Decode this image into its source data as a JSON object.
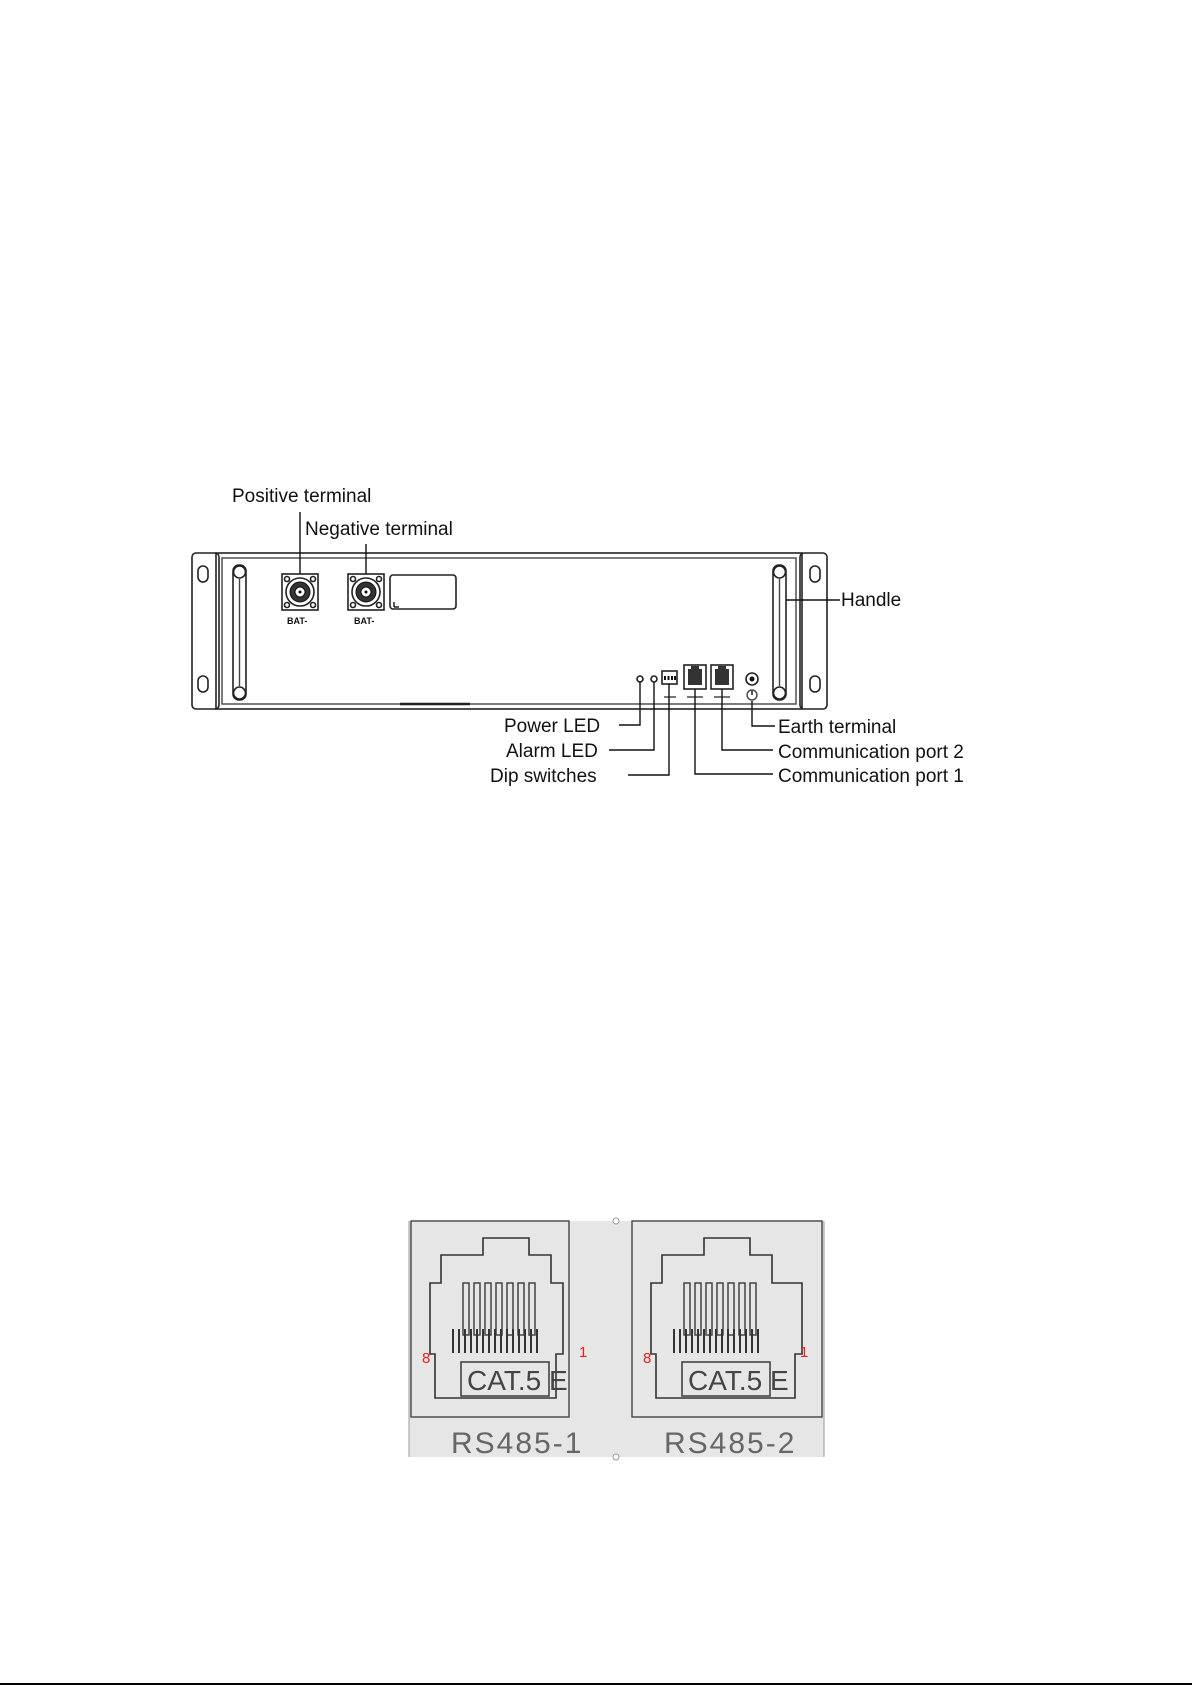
{
  "battery_diagram": {
    "labels": {
      "positive_terminal": "Positive terminal",
      "negative_terminal": "Negative terminal",
      "handle": "Handle",
      "power_led": "Power LED",
      "alarm_led": "Alarm LED",
      "dip_switches": "Dip switches",
      "earth_terminal": "Earth terminal",
      "communication_port_2": "Communication port 2",
      "communication_port_1": "Communication port 1"
    },
    "terminal_marks": {
      "left": "BAT-",
      "right": "BAT-"
    }
  },
  "rj45_ports": [
    {
      "name": "RS485-1",
      "jack": "CAT.5 E",
      "pin_left": "8",
      "pin_right": "1"
    },
    {
      "name": "RS485-2",
      "jack": "CAT.5 E",
      "pin_left": "8",
      "pin_right": "1"
    }
  ],
  "colors": {
    "pin_numbers": "#e8231d",
    "port_panel": "#e6e6e6"
  }
}
